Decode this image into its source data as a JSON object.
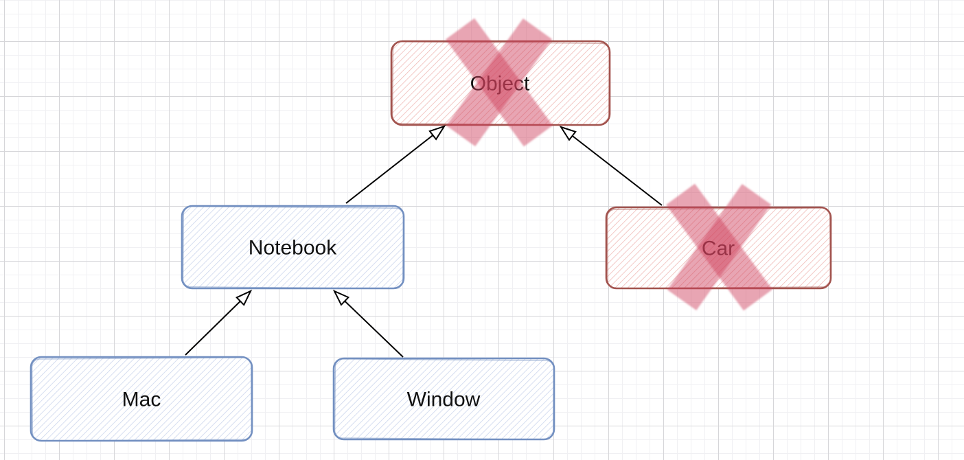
{
  "diagram": {
    "nodes": [
      {
        "id": "object",
        "label": "Object",
        "theme": "red",
        "crossed_out": true
      },
      {
        "id": "notebook",
        "label": "Notebook",
        "theme": "blue",
        "crossed_out": false
      },
      {
        "id": "car",
        "label": "Car",
        "theme": "red",
        "crossed_out": true
      },
      {
        "id": "mac",
        "label": "Mac",
        "theme": "blue",
        "crossed_out": false
      },
      {
        "id": "window",
        "label": "Window",
        "theme": "blue",
        "crossed_out": false
      }
    ],
    "edges": [
      {
        "from": "Notebook",
        "to": "Object",
        "arrowhead": "hollow-triangle"
      },
      {
        "from": "Car",
        "to": "Object",
        "arrowhead": "hollow-triangle"
      },
      {
        "from": "Mac",
        "to": "Notebook",
        "arrowhead": "hollow-triangle"
      },
      {
        "from": "Window",
        "to": "Notebook",
        "arrowhead": "hollow-triangle"
      }
    ],
    "colors": {
      "red_border": "#a2534e",
      "red_hatch": "#efb7b3",
      "blue_border": "#7390c1",
      "blue_hatch": "#c9d4ec",
      "cross_out": "rgba(206,62,92,0.47)",
      "edge_line": "#000000",
      "label_text": "#111111",
      "grid_minor": "#f0f0f3",
      "grid_major": "#d6d6d9"
    }
  }
}
